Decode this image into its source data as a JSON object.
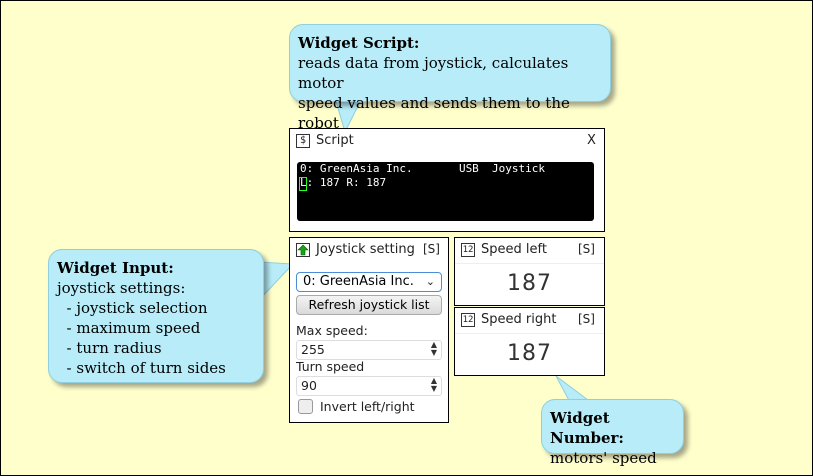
{
  "callouts": {
    "script": {
      "title": "Widget Script:",
      "lines": [
        "reads data from joystick, calculates motor",
        "speed values and sends them to the robot"
      ]
    },
    "input": {
      "title": "Widget Input:",
      "lines": [
        "joystick settings:",
        "  - joystick selection",
        "  - maximum speed",
        "  - turn radius",
        "  - switch of turn sides"
      ]
    },
    "number": {
      "title": "Widget Number:",
      "lines": [
        "motors' speed"
      ]
    }
  },
  "script_widget": {
    "icon": "$",
    "title": "Script",
    "close": "X",
    "lines": [
      "0: GreenAsia Inc.       USB  Joystick",
      "L: 187 R: 187"
    ]
  },
  "joystick_widget": {
    "title": "Joystick setting",
    "tag": "[S]",
    "selected_joystick": "0: GreenAsia Inc.",
    "refresh_label": "Refresh joystick list",
    "max_speed_label": "Max speed:",
    "max_speed_value": "255",
    "turn_speed_label": "Turn speed",
    "turn_speed_value": "90",
    "invert_label": "Invert left/right"
  },
  "speed_left": {
    "icon": "12",
    "title": "Speed left",
    "tag": "[S]",
    "value": "187"
  },
  "speed_right": {
    "icon": "12",
    "title": "Speed right",
    "tag": "[S]",
    "value": "187"
  }
}
